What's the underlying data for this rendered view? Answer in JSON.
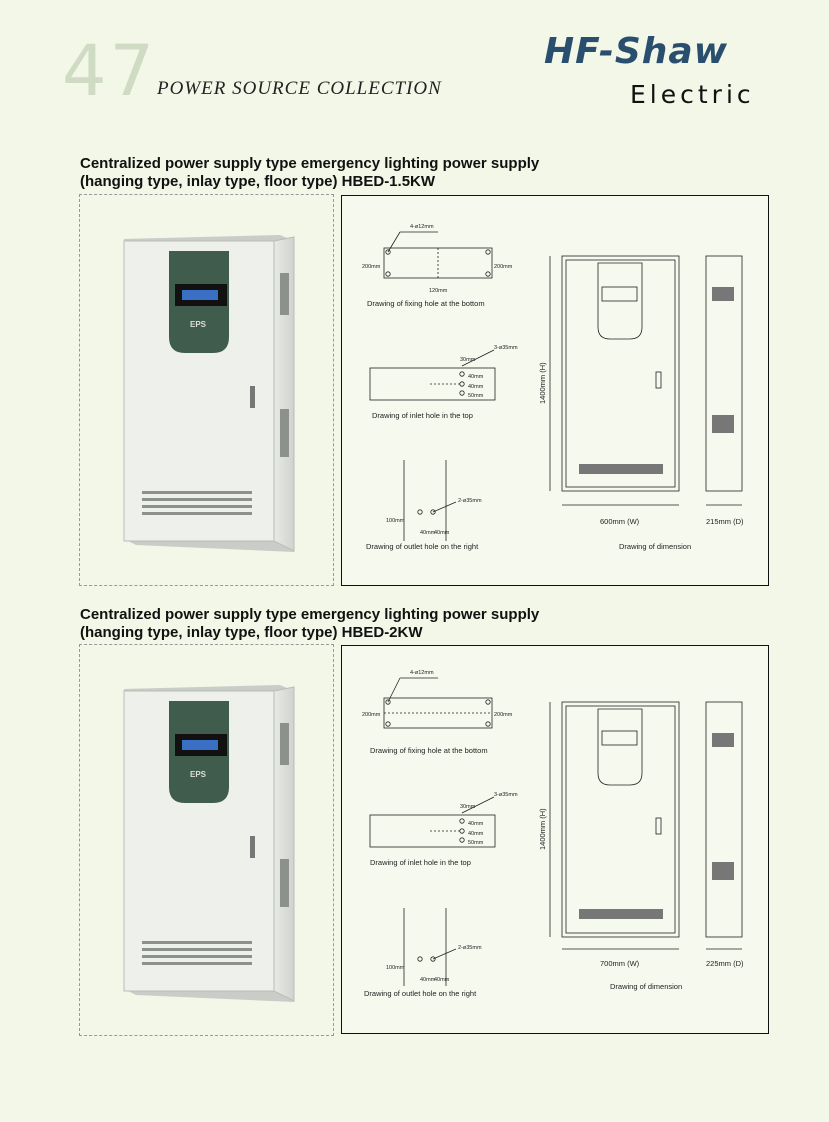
{
  "header": {
    "page_number": "47",
    "series_title": "POWER SOURCE COLLECTION",
    "brand": "HF-Shaw",
    "brand_sub": "Electric"
  },
  "icons": [
    "eps-cabinet-photo-icon",
    "technical-drawing-icon"
  ],
  "products": [
    {
      "title_line1": "Centralized power supply type emergency lighting power supply",
      "title_line2": "(hanging type, inlay type, floor type) HBED-1.5KW",
      "cabinet_label": "EPS",
      "fixing": {
        "hole": "4-ø12mm",
        "left_dim": "200mm",
        "right_dim": "200mm",
        "bottom_dim": "120mm",
        "caption": "Drawing of fixing hole at the bottom"
      },
      "inlet": {
        "dim_top": "30mm",
        "hole": "3-ø35mm",
        "dim1": "40mm",
        "dim2": "40mm",
        "dim3": "50mm",
        "caption": "Drawing of inlet hole in the top"
      },
      "outlet": {
        "hole": "2-ø35mm",
        "dim_left": "100mm",
        "dim_b1": "40mm",
        "dim_b2": "40mm",
        "caption": "Drawing of outlet hole on the right"
      },
      "dimension": {
        "height": "1400mm (H)",
        "width": "600mm (W)",
        "depth": "215mm (D)",
        "caption": "Drawing of dimension"
      }
    },
    {
      "title_line1": "Centralized power supply type emergency lighting power supply",
      "title_line2": "(hanging type, inlay type, floor type) HBED-2KW",
      "cabinet_label": "EPS",
      "fixing": {
        "hole": "4-ø12mm",
        "left_dim": "200mm",
        "right_dim": "200mm",
        "bottom_dim": "",
        "caption": "Drawing of fixing hole at the bottom"
      },
      "inlet": {
        "dim_top": "30mm",
        "hole": "3-ø35mm",
        "dim1": "40mm",
        "dim2": "40mm",
        "dim3": "50mm",
        "caption": "Drawing of inlet hole in the top"
      },
      "outlet": {
        "hole": "2-ø35mm",
        "dim_left": "100mm",
        "dim_b1": "40mm",
        "dim_b2": "40mm",
        "caption": "Drawing of outlet hole on the right"
      },
      "dimension": {
        "height": "1400mm (H)",
        "width": "700mm (W)",
        "depth": "225mm (D)",
        "caption": "Drawing of dimension"
      }
    }
  ]
}
